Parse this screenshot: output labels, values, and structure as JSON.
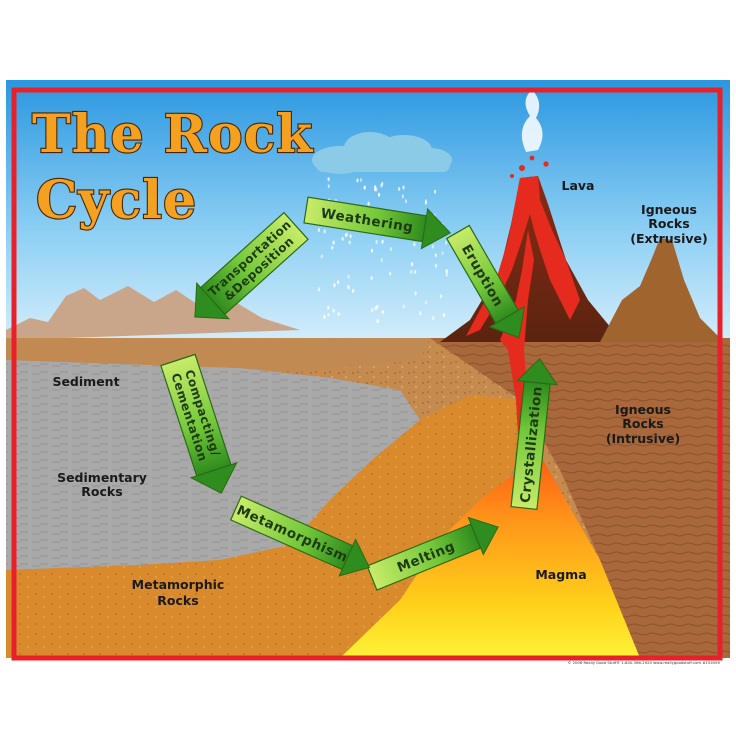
{
  "title": {
    "line1": "The Rock",
    "line2": "Cycle"
  },
  "labels": {
    "lava": "Lava",
    "igneous_extrusive": [
      "Igneous",
      "Rocks",
      "(Extrusive)"
    ],
    "sediment": "Sediment",
    "sedimentary_rocks": [
      "Sedimentary",
      "Rocks"
    ],
    "igneous_intrusive": [
      "Igneous",
      "Rocks",
      "(Intrusive)"
    ],
    "metamorphic_rocks": [
      "Metamorphic",
      "Rocks"
    ],
    "magma": "Magma"
  },
  "cycle_steps": {
    "weathering": "Weathering",
    "eruption": "Eruption",
    "crystallization": "Crystallization",
    "melting": "Melting",
    "metamorphism": "Metamorphism",
    "compacting": [
      "Compacting/",
      "Cementation"
    ],
    "transportation": [
      "Transportation",
      "&Deposition"
    ]
  },
  "footer": "© 2006 Really Good Stuff®     1-800-366-1920     www.reallygoodstuff.com     #154595",
  "colors": {
    "border": "#e8202a",
    "sky_top": "#2a97e0",
    "arrow_green": "#74c83a",
    "lava": "#e52b1e",
    "magma": "#ffd21a",
    "title_fill": "#f4a020"
  }
}
